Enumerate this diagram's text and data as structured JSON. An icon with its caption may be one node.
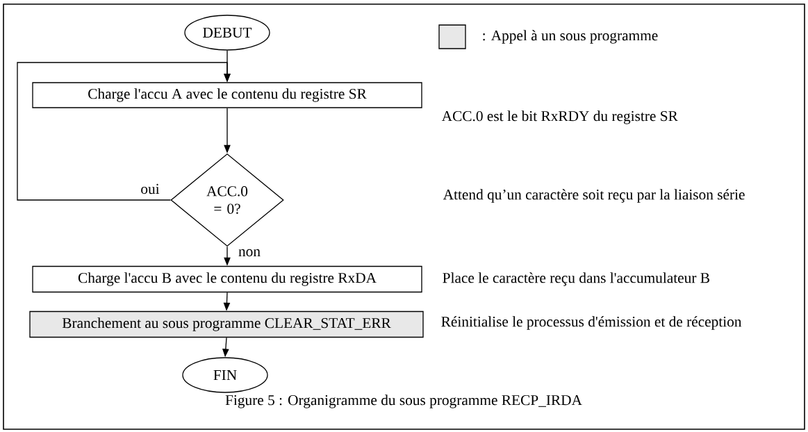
{
  "diagram": {
    "caption": "Figure 5 : Organigramme du sous programme RECP_IRDA",
    "nodes": [
      {
        "text": [
          "DEBUT"
        ]
      },
      {
        "text": [
          "Charge l'accu A avec le contenu du registre SR"
        ]
      },
      {
        "text": [
          "ACC.0 = 0?"
        ]
      },
      {
        "text": [
          "Charge l'accu B avec le contenu du registre RxDA"
        ]
      },
      {
        "text": [
          "Branchement au sous programme CLEAR_STAT_ERR"
        ]
      },
      {
        "text": [
          "FIN"
        ]
      }
    ],
    "edges": [
      {
        "from": 0,
        "to": 1,
        "arrow": "to"
      },
      {
        "from": 1,
        "to": 2,
        "arrow": "to"
      },
      {
        "from": 2,
        "to": 1,
        "arrow": "to",
        "label": "oui"
      },
      {
        "from": 2,
        "to": 3,
        "arrow": "to",
        "label": "non"
      },
      {
        "from": 3,
        "to": 4,
        "arrow": "to"
      },
      {
        "from": 4,
        "to": 5,
        "arrow": "to"
      }
    ],
    "labels": [
      "ACC.0 est le bit RxRDY du registre SR",
      "Attend qu’un caractère soit reçu par la liaison série",
      "Place le caractère reçu dans l'accumulateur B",
      "Réinitialise le processus d'émission et de réception"
    ],
    "legend": [
      {
        "text": ": Appel à un sous programme",
        "color": "#e8e8e8"
      }
    ]
  }
}
